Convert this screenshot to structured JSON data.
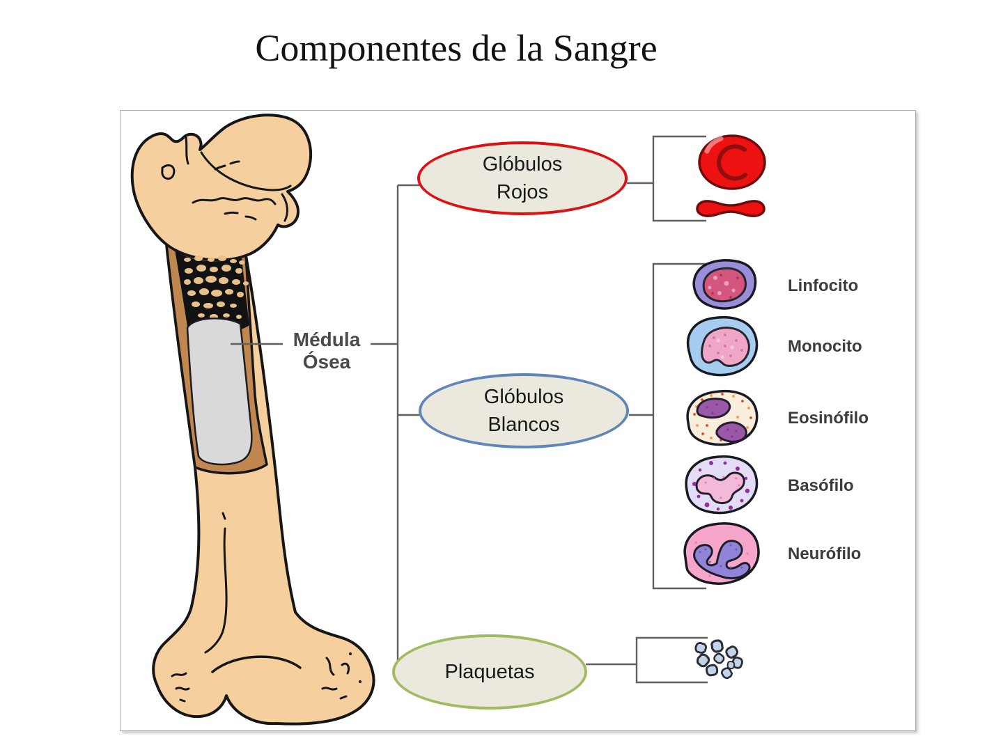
{
  "title": "Componentes de la Sangre",
  "diagram": {
    "medula_label": "Médula\nÓsea",
    "node_fill": "#ebe9dd",
    "nodes": [
      {
        "id": "globulos-rojos",
        "label": "Glóbulos\nRojos",
        "border_color": "#dd1111"
      },
      {
        "id": "globulos-blancos",
        "label": "Glóbulos\nBlancos",
        "border_color": "#5e86ba"
      },
      {
        "id": "plaquetas",
        "label": "Plaquetas",
        "border_color": "#9fbc63"
      }
    ],
    "cell_labels": [
      "Linfocito",
      "Monocito",
      "Eosinófilo",
      "Basófilo",
      "Neurófilo"
    ],
    "colors": {
      "connector_line": "#5f5f5f",
      "red_blood_cell": "#ee1111",
      "lymphocyte_body": "#998ed9",
      "monocyte_body": "#a6cdf0",
      "eosinophil_body": "#f8eedb",
      "basophil_body": "#e2ddf4",
      "neutrophil_body": "#f6a6cb",
      "platelet": "#c3d3e6",
      "bone": "#f6cf9f",
      "bone_cortex": "#c08850",
      "bone_marrow": "#d9d9dc"
    }
  }
}
